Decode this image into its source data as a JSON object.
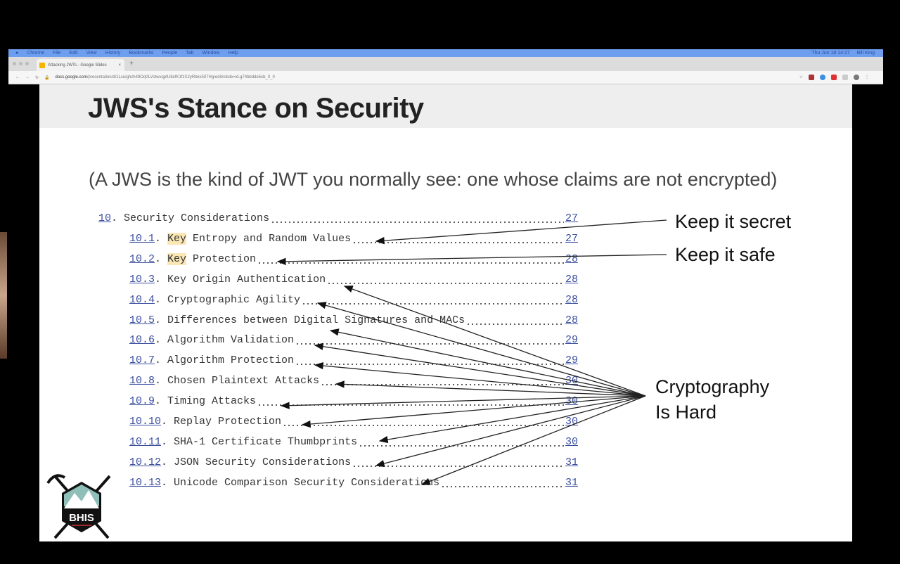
{
  "menubar": {
    "items": [
      "Chrome",
      "File",
      "Edit",
      "View",
      "History",
      "Bookmarks",
      "People",
      "Tab",
      "Window",
      "Help"
    ],
    "clock": "Thu Jun 18 14:27",
    "user": "Bill King"
  },
  "browser": {
    "tab_title": "Attacking JWTs - Google Slides",
    "url_host": "docs.google.com",
    "url_path": "/presentation/d/1Lsuighzh49Oq0LVstwvqptU8efK1fzX2yRbkx507Hg/edit#slide=id.g74bbdde5cb_0_0",
    "new_tab": "+",
    "close": "×"
  },
  "slide": {
    "title": "JWS's Stance on Security",
    "subtitle": "(A JWS is the kind of JWT you normally see: one whose claims are not encrypted)",
    "toc": [
      {
        "num": "10",
        "title": "Security Considerations",
        "page": "27"
      },
      {
        "num": "10.1",
        "pre": "",
        "hl": "Key",
        "title": " Entropy and Random Values",
        "page": "27"
      },
      {
        "num": "10.2",
        "pre": "",
        "hl": "Key",
        "title": " Protection",
        "page": "28"
      },
      {
        "num": "10.3",
        "title": "Key Origin Authentication",
        "page": "28"
      },
      {
        "num": "10.4",
        "title": "Cryptographic Agility",
        "page": "28"
      },
      {
        "num": "10.5",
        "title": "Differences between Digital Signatures and MACs",
        "page": "28"
      },
      {
        "num": "10.6",
        "title": "Algorithm Validation",
        "page": "29"
      },
      {
        "num": "10.7",
        "title": "Algorithm Protection",
        "page": "29"
      },
      {
        "num": "10.8",
        "title": "Chosen Plaintext Attacks",
        "page": "30"
      },
      {
        "num": "10.9",
        "title": "Timing Attacks",
        "page": "30"
      },
      {
        "num": "10.10",
        "title": "Replay Protection",
        "page": "30"
      },
      {
        "num": "10.11",
        "title": "SHA-1 Certificate Thumbprints",
        "page": "30"
      },
      {
        "num": "10.12",
        "title": "JSON Security Considerations",
        "page": "31"
      },
      {
        "num": "10.13",
        "title": "Unicode Comparison Security Considerations",
        "page": "31"
      }
    ],
    "labels": {
      "secret": "Keep it secret",
      "safe": "Keep it safe",
      "crypto1": "Cryptography",
      "crypto2": "Is Hard"
    },
    "logo_text": "BHIS"
  }
}
